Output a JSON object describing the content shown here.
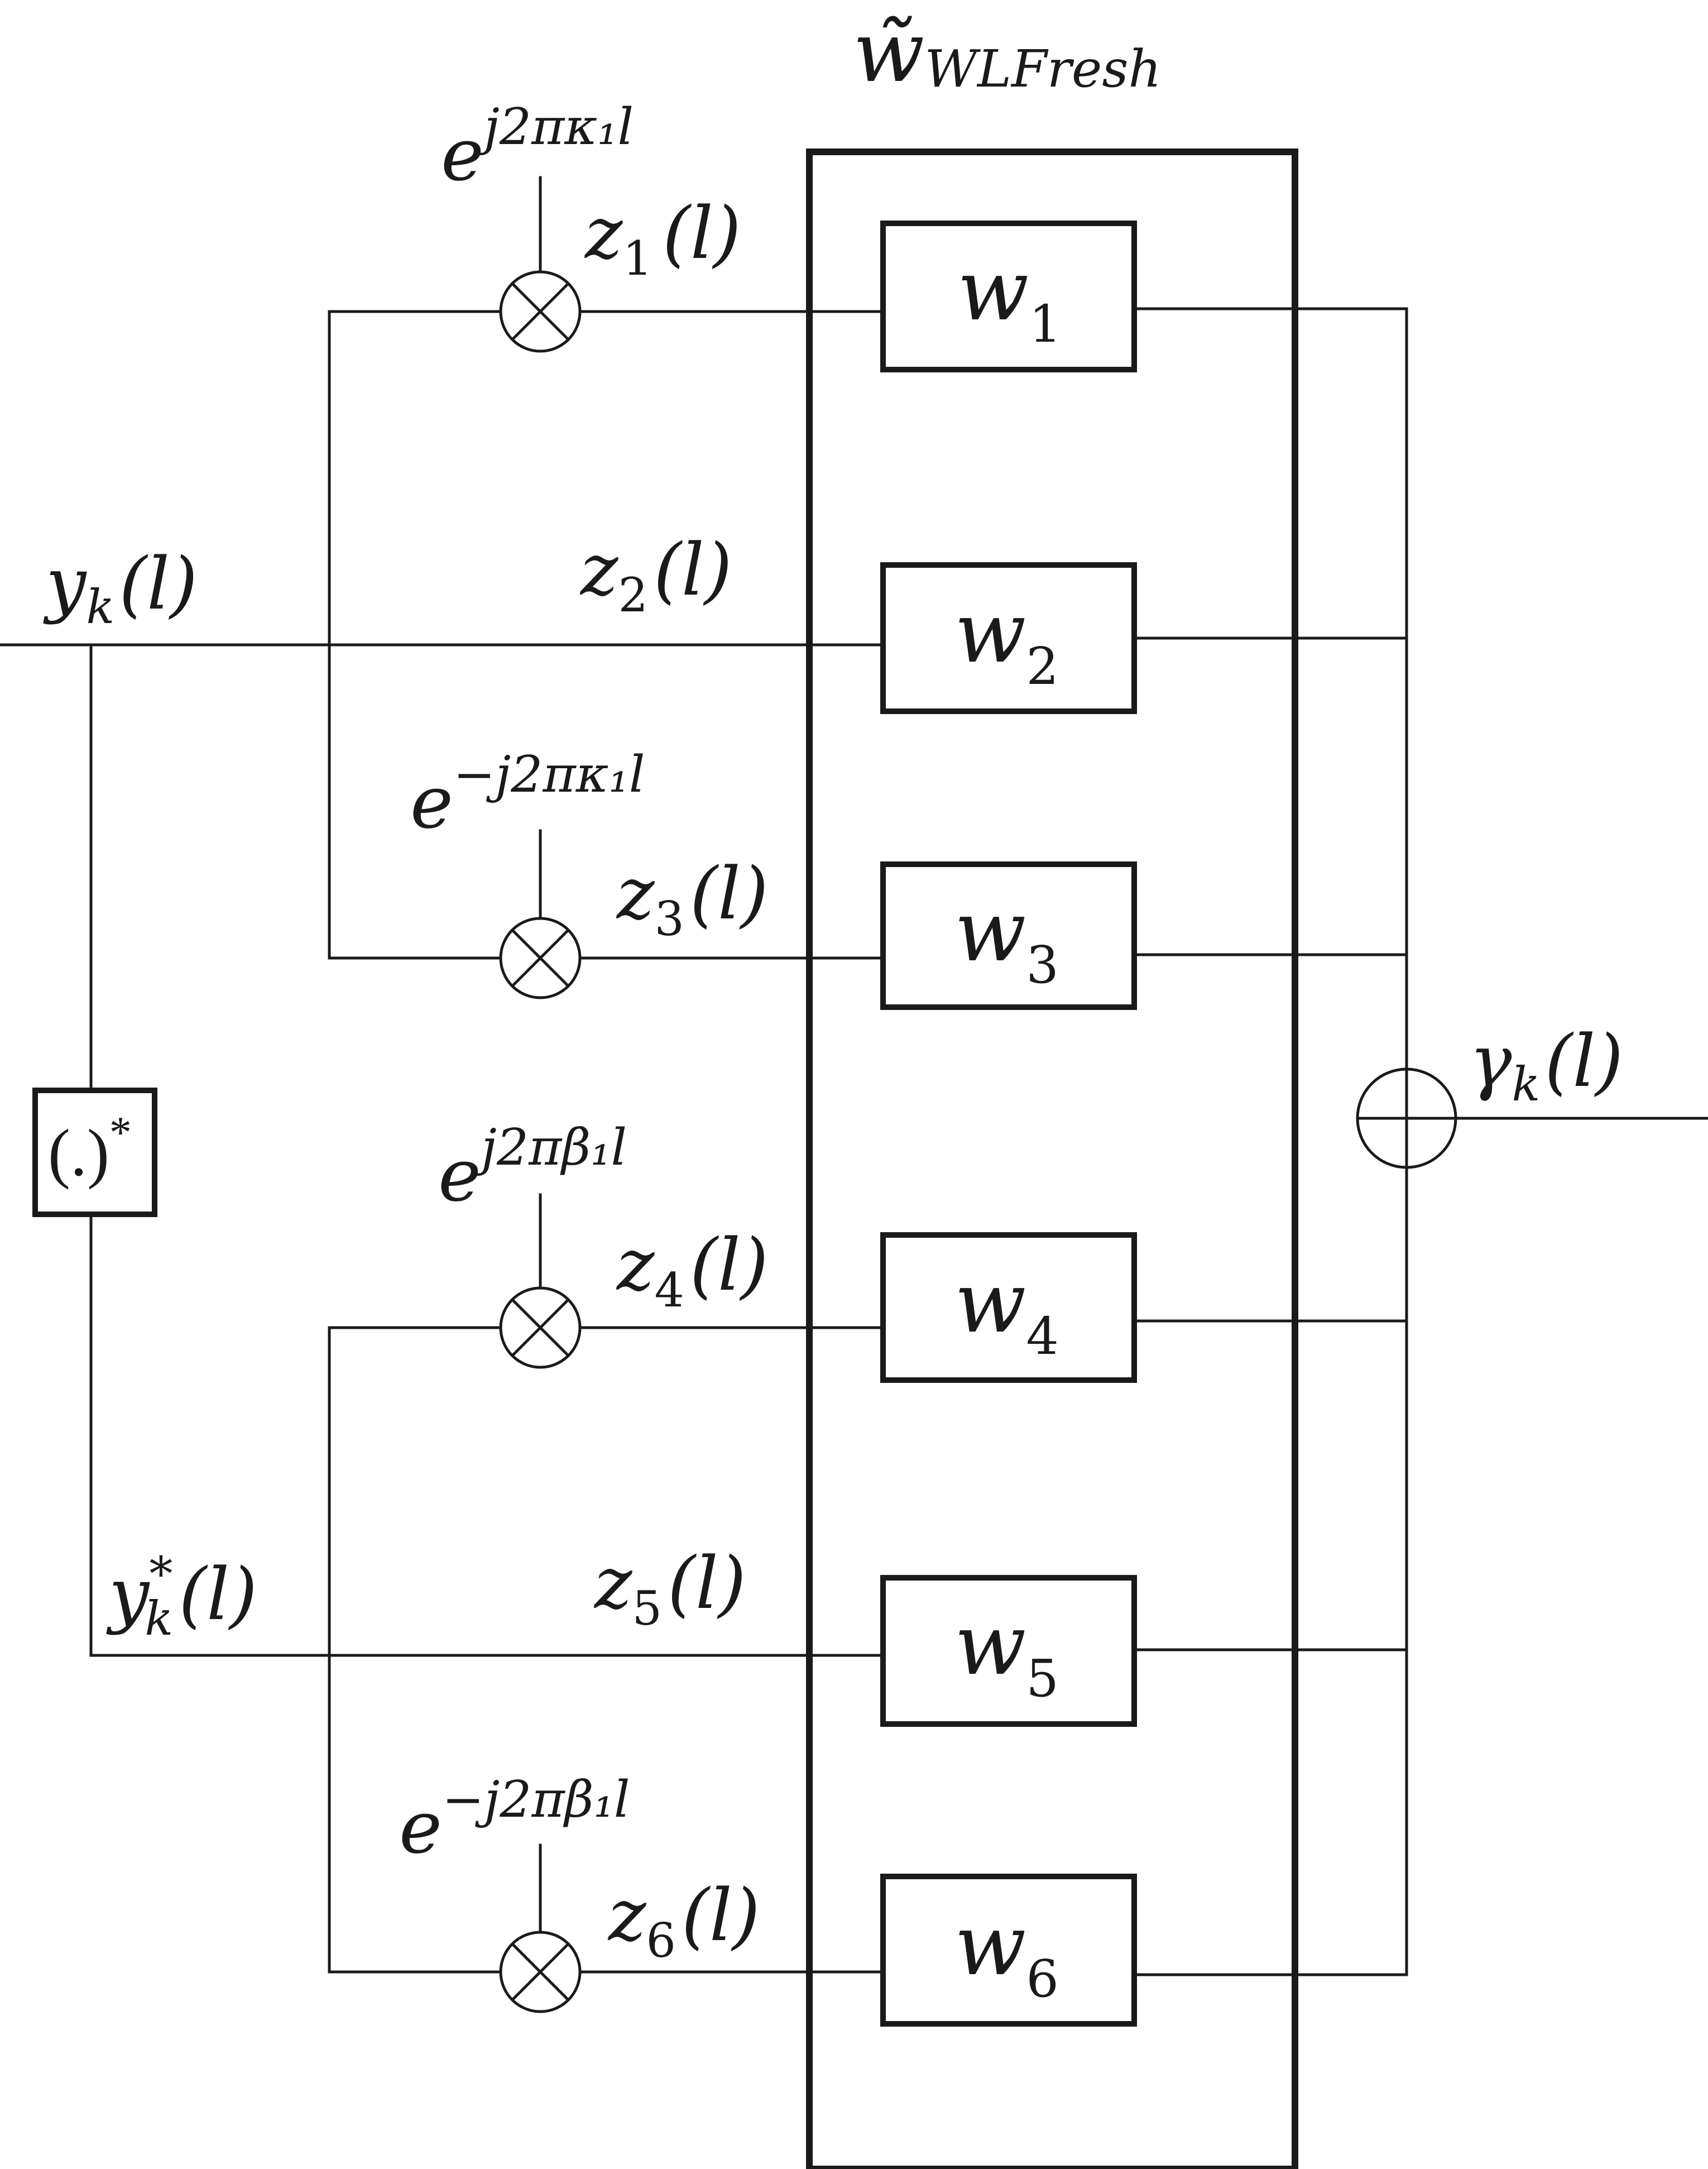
{
  "filter_label": {
    "base": "w̃",
    "sub": "WLFresh"
  },
  "input": {
    "base": "y",
    "sub": "k",
    "arg": "(l)"
  },
  "input_conj": {
    "base": "y",
    "sub": "k",
    "sup": "*",
    "arg": "(l)"
  },
  "conj_block": {
    "text": "(.)",
    "sup": "*"
  },
  "output": {
    "base": "γ",
    "sub": "k",
    "arg": "(l)"
  },
  "branches": [
    {
      "z": {
        "base": "z",
        "sub": "1",
        "arg": "(l)"
      },
      "w": {
        "base": "w",
        "sub": "1"
      },
      "osc": {
        "base": "e",
        "exp": "j2πκ₁l"
      }
    },
    {
      "z": {
        "base": "z",
        "sub": "2",
        "arg": "(l)"
      },
      "w": {
        "base": "w",
        "sub": "2"
      }
    },
    {
      "z": {
        "base": "z",
        "sub": "3",
        "arg": "(l)"
      },
      "w": {
        "base": "w",
        "sub": "3"
      },
      "osc": {
        "base": "e",
        "exp": "−j2πκ₁l"
      }
    },
    {
      "z": {
        "base": "z",
        "sub": "4",
        "arg": "(l)"
      },
      "w": {
        "base": "w",
        "sub": "4"
      },
      "osc": {
        "base": "e",
        "exp": "j2πβ₁l"
      }
    },
    {
      "z": {
        "base": "z",
        "sub": "5",
        "arg": "(l)"
      },
      "w": {
        "base": "w",
        "sub": "5"
      }
    },
    {
      "z": {
        "base": "z",
        "sub": "6",
        "arg": "(l)"
      },
      "w": {
        "base": "w",
        "sub": "6"
      },
      "osc": {
        "base": "e",
        "exp": "−j2πβ₁l"
      }
    }
  ]
}
